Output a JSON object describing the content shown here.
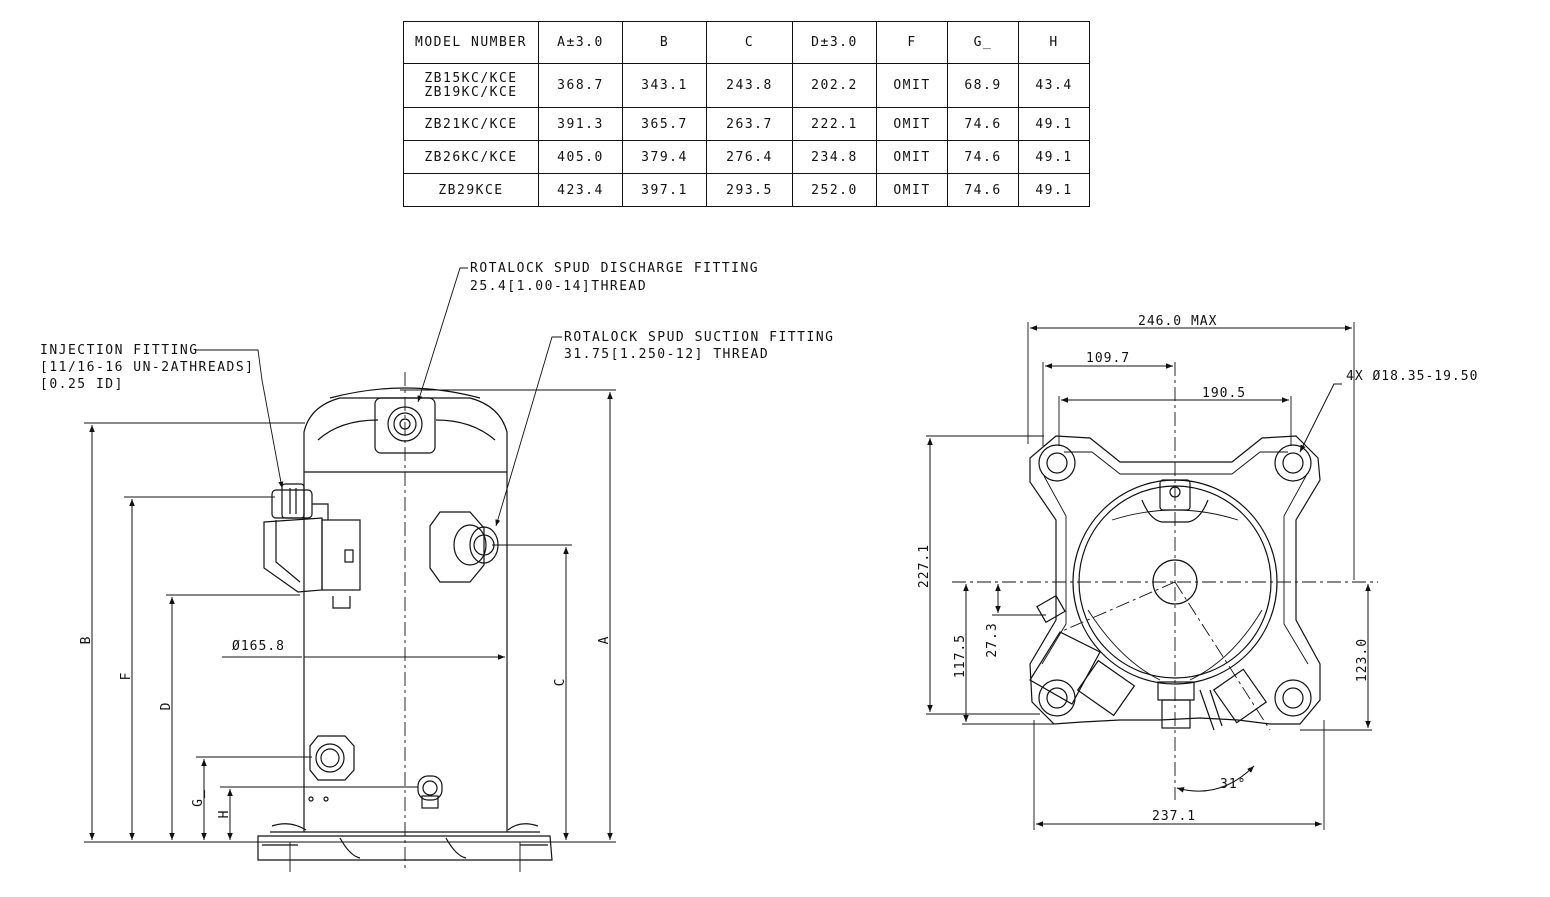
{
  "spec_table": {
    "headers": [
      "MODEL NUMBER",
      "A±3.0",
      "B",
      "C",
      "D±3.0",
      "F",
      "G_",
      "H"
    ],
    "rows": [
      {
        "model_lines": [
          "ZB15KC/KCE",
          "ZB19KC/KCE"
        ],
        "A": "368.7",
        "B": "343.1",
        "C": "243.8",
        "D": "202.2",
        "F": "OMIT",
        "G": "68.9",
        "H": "43.4"
      },
      {
        "model_lines": [
          "ZB21KC/KCE"
        ],
        "A": "391.3",
        "B": "365.7",
        "C": "263.7",
        "D": "222.1",
        "F": "OMIT",
        "G": "74.6",
        "H": "49.1"
      },
      {
        "model_lines": [
          "ZB26KC/KCE"
        ],
        "A": "405.0",
        "B": "379.4",
        "C": "276.4",
        "D": "234.8",
        "F": "OMIT",
        "G": "74.6",
        "H": "49.1"
      },
      {
        "model_lines": [
          "ZB29KCE"
        ],
        "A": "423.4",
        "B": "397.1",
        "C": "293.5",
        "D": "252.0",
        "F": "OMIT",
        "G": "74.6",
        "H": "49.1"
      }
    ]
  },
  "side_view": {
    "callouts": {
      "discharge_line1": "ROTALOCK SPUD DISCHARGE FITTING",
      "discharge_line2": "25.4[1.00-14]THREAD",
      "suction_line1": "ROTALOCK SPUD SUCTION FITTING",
      "suction_line2": "31.75[1.250-12] THREAD",
      "injection_line1": "INJECTION FITTING",
      "injection_line2": "[11/16-16 UN-2ATHREADS]",
      "injection_line3": "[0.25 ID]"
    },
    "dimensions": {
      "diameter": "Ø165.8",
      "A": "A",
      "B": "B",
      "C": "C",
      "D": "D",
      "F": "F",
      "G": "G_",
      "H": "H"
    }
  },
  "top_view": {
    "dimensions": {
      "overall_width": "246.0 MAX",
      "offset_109": "109.7",
      "bolt_spacing": "190.5",
      "mount_holes": "4X Ø18.35-19.50",
      "depth_227": "227.1",
      "d_117": "117.5",
      "d_27": "27.3",
      "d_123": "123.0",
      "angle": "31°",
      "base_width": "237.1"
    }
  }
}
